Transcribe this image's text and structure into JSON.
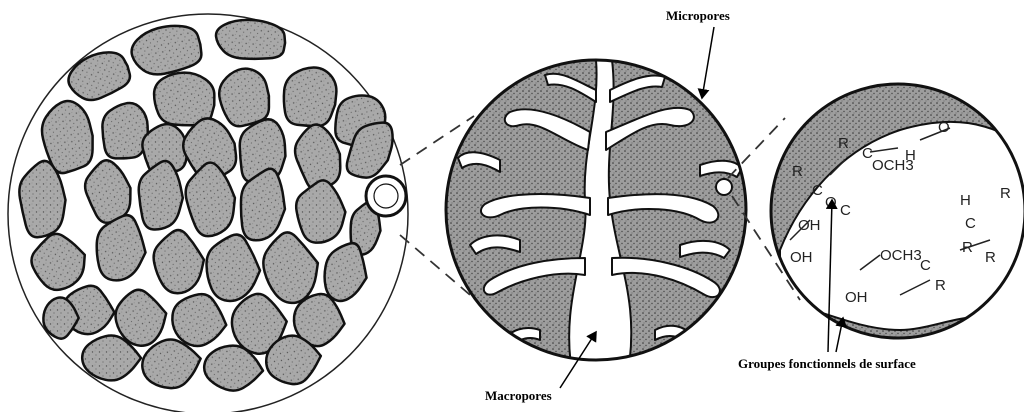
{
  "labels": {
    "micropores": "Micropores",
    "macropores": "Macropores",
    "surface_groups": "Groupes fonctionnels de surface"
  },
  "chemical_groups": [
    "R",
    "C",
    "OCH3",
    "H",
    "O",
    "OH",
    "R",
    "C",
    "O",
    "C",
    "H",
    "OH",
    "OCH3",
    "C",
    "R",
    "C",
    "R",
    "R",
    "OH",
    "R"
  ],
  "colors": {
    "particle_fill": "#a9a9a9",
    "pore_wall": "#9c9c9c",
    "outline": "#111111",
    "background": "#ffffff"
  }
}
